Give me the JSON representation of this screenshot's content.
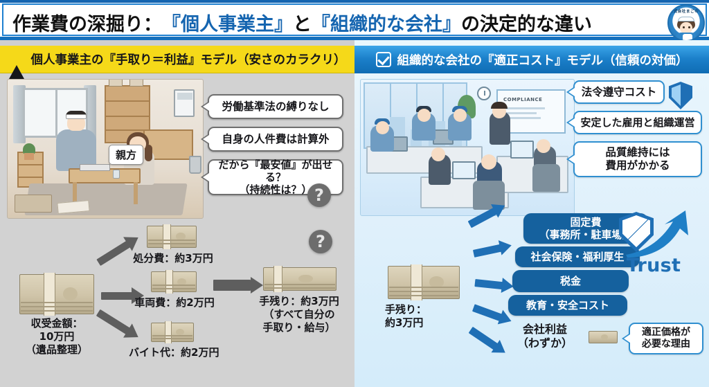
{
  "header": {
    "title_part1": "作業費の深掘り：",
    "title_quote1": "『個人事業主』",
    "title_mid": "と",
    "title_quote2": "『組織的な会社』",
    "title_part2": "の決定的な違い",
    "logo_arc_text": "株式会社まごのて",
    "accent_color": "#1565b0"
  },
  "left_panel": {
    "header_icon": "warning-triangle-icon",
    "header_title": "個人事業主の『手取り＝利益』モデル（安さのカラクリ）",
    "header_bg": "#f5d919",
    "illustration_label": "親方",
    "callouts": [
      {
        "text": "労働基準法の縛りなし"
      },
      {
        "text": "自身の人件費は計算外"
      },
      {
        "text": "だから『最安値』が出せる？\n（持続性は？）"
      }
    ],
    "question_marks": [
      "?",
      "?"
    ],
    "flow": {
      "source": {
        "label_line1": "収受金額：",
        "label_line2": "10万円",
        "label_line3": "（遺品整理）"
      },
      "costs": [
        {
          "label": "処分費：約3万円"
        },
        {
          "label": "車両費：約2万円"
        },
        {
          "label": "バイト代：約2万円"
        }
      ],
      "result": {
        "line1": "手残り：約3万円",
        "line2": "（すべて自分の",
        "line3": "手取り・給与）"
      }
    }
  },
  "right_panel": {
    "header_icon": "checkbox-icon",
    "header_title": "組織的な会社の『適正コスト』モデル（信頼の対価）",
    "header_bg": "#1b7fc9",
    "illustration_board_text": "COMPLIANCE",
    "callouts": [
      {
        "text": "法令遵守コスト"
      },
      {
        "text": "安定した雇用と組織運営"
      },
      {
        "text": "品質維持には\n費用がかかる"
      }
    ],
    "money_label": {
      "line1": "手残り：",
      "line2": "約3万円"
    },
    "cost_boxes": [
      {
        "line1": "固定費",
        "line2": "（事務所・駐車場）"
      },
      {
        "line1": "社会保険・福利厚生",
        "line2": ""
      },
      {
        "line1": "税金",
        "line2": ""
      },
      {
        "line1": "教育・安全コスト",
        "line2": ""
      }
    ],
    "profit": {
      "line1": "会社利益",
      "line2": "（わずか）"
    },
    "profit_callout": {
      "line1": "適正価格が",
      "line2": "必要な理由"
    },
    "trust_logo": {
      "text": "Trust",
      "color": "#1f6fb5"
    },
    "shield_icon": "shield-icon"
  }
}
